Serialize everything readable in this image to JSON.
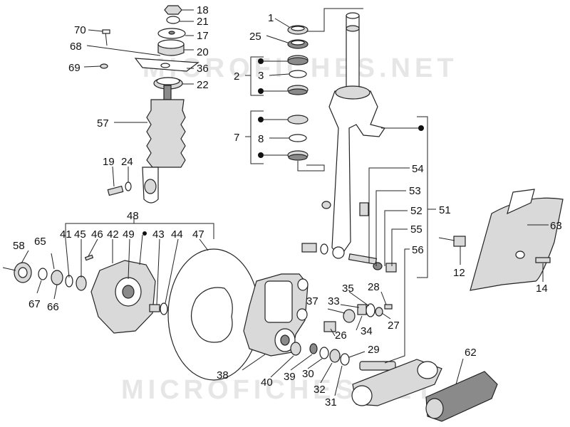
{
  "watermark": {
    "top": "MICROFICHES.NET",
    "bottom": "MICROFICHES.NET"
  },
  "labels": {
    "l1": "1",
    "l2": "2",
    "l3": "3",
    "l7": "7",
    "l8": "8",
    "l12": "12",
    "l14": "14",
    "l17": "17",
    "l18": "18",
    "l19": "19",
    "l20": "20",
    "l21": "21",
    "l22": "22",
    "l24": "24",
    "l25": "25",
    "l26": "26",
    "l27": "27",
    "l28": "28",
    "l29": "29",
    "l30": "30",
    "l31": "31",
    "l32": "32",
    "l33": "33",
    "l34": "34",
    "l35": "35",
    "l36": "36",
    "l37": "37",
    "l38": "38",
    "l39": "39",
    "l40": "40",
    "l41": "41",
    "l42": "42",
    "l43": "43",
    "l44": "44",
    "l45": "45",
    "l46": "46",
    "l47": "47",
    "l48": "48",
    "l49": "49",
    "l51": "51",
    "l52": "52",
    "l53": "53",
    "l54": "54",
    "l55": "55",
    "l56": "56",
    "l57": "57",
    "l58": "58",
    "l62": "62",
    "l63": "63",
    "l65": "65",
    "l66": "66",
    "l67": "67",
    "l68": "68",
    "l69": "69",
    "l70": "70"
  }
}
